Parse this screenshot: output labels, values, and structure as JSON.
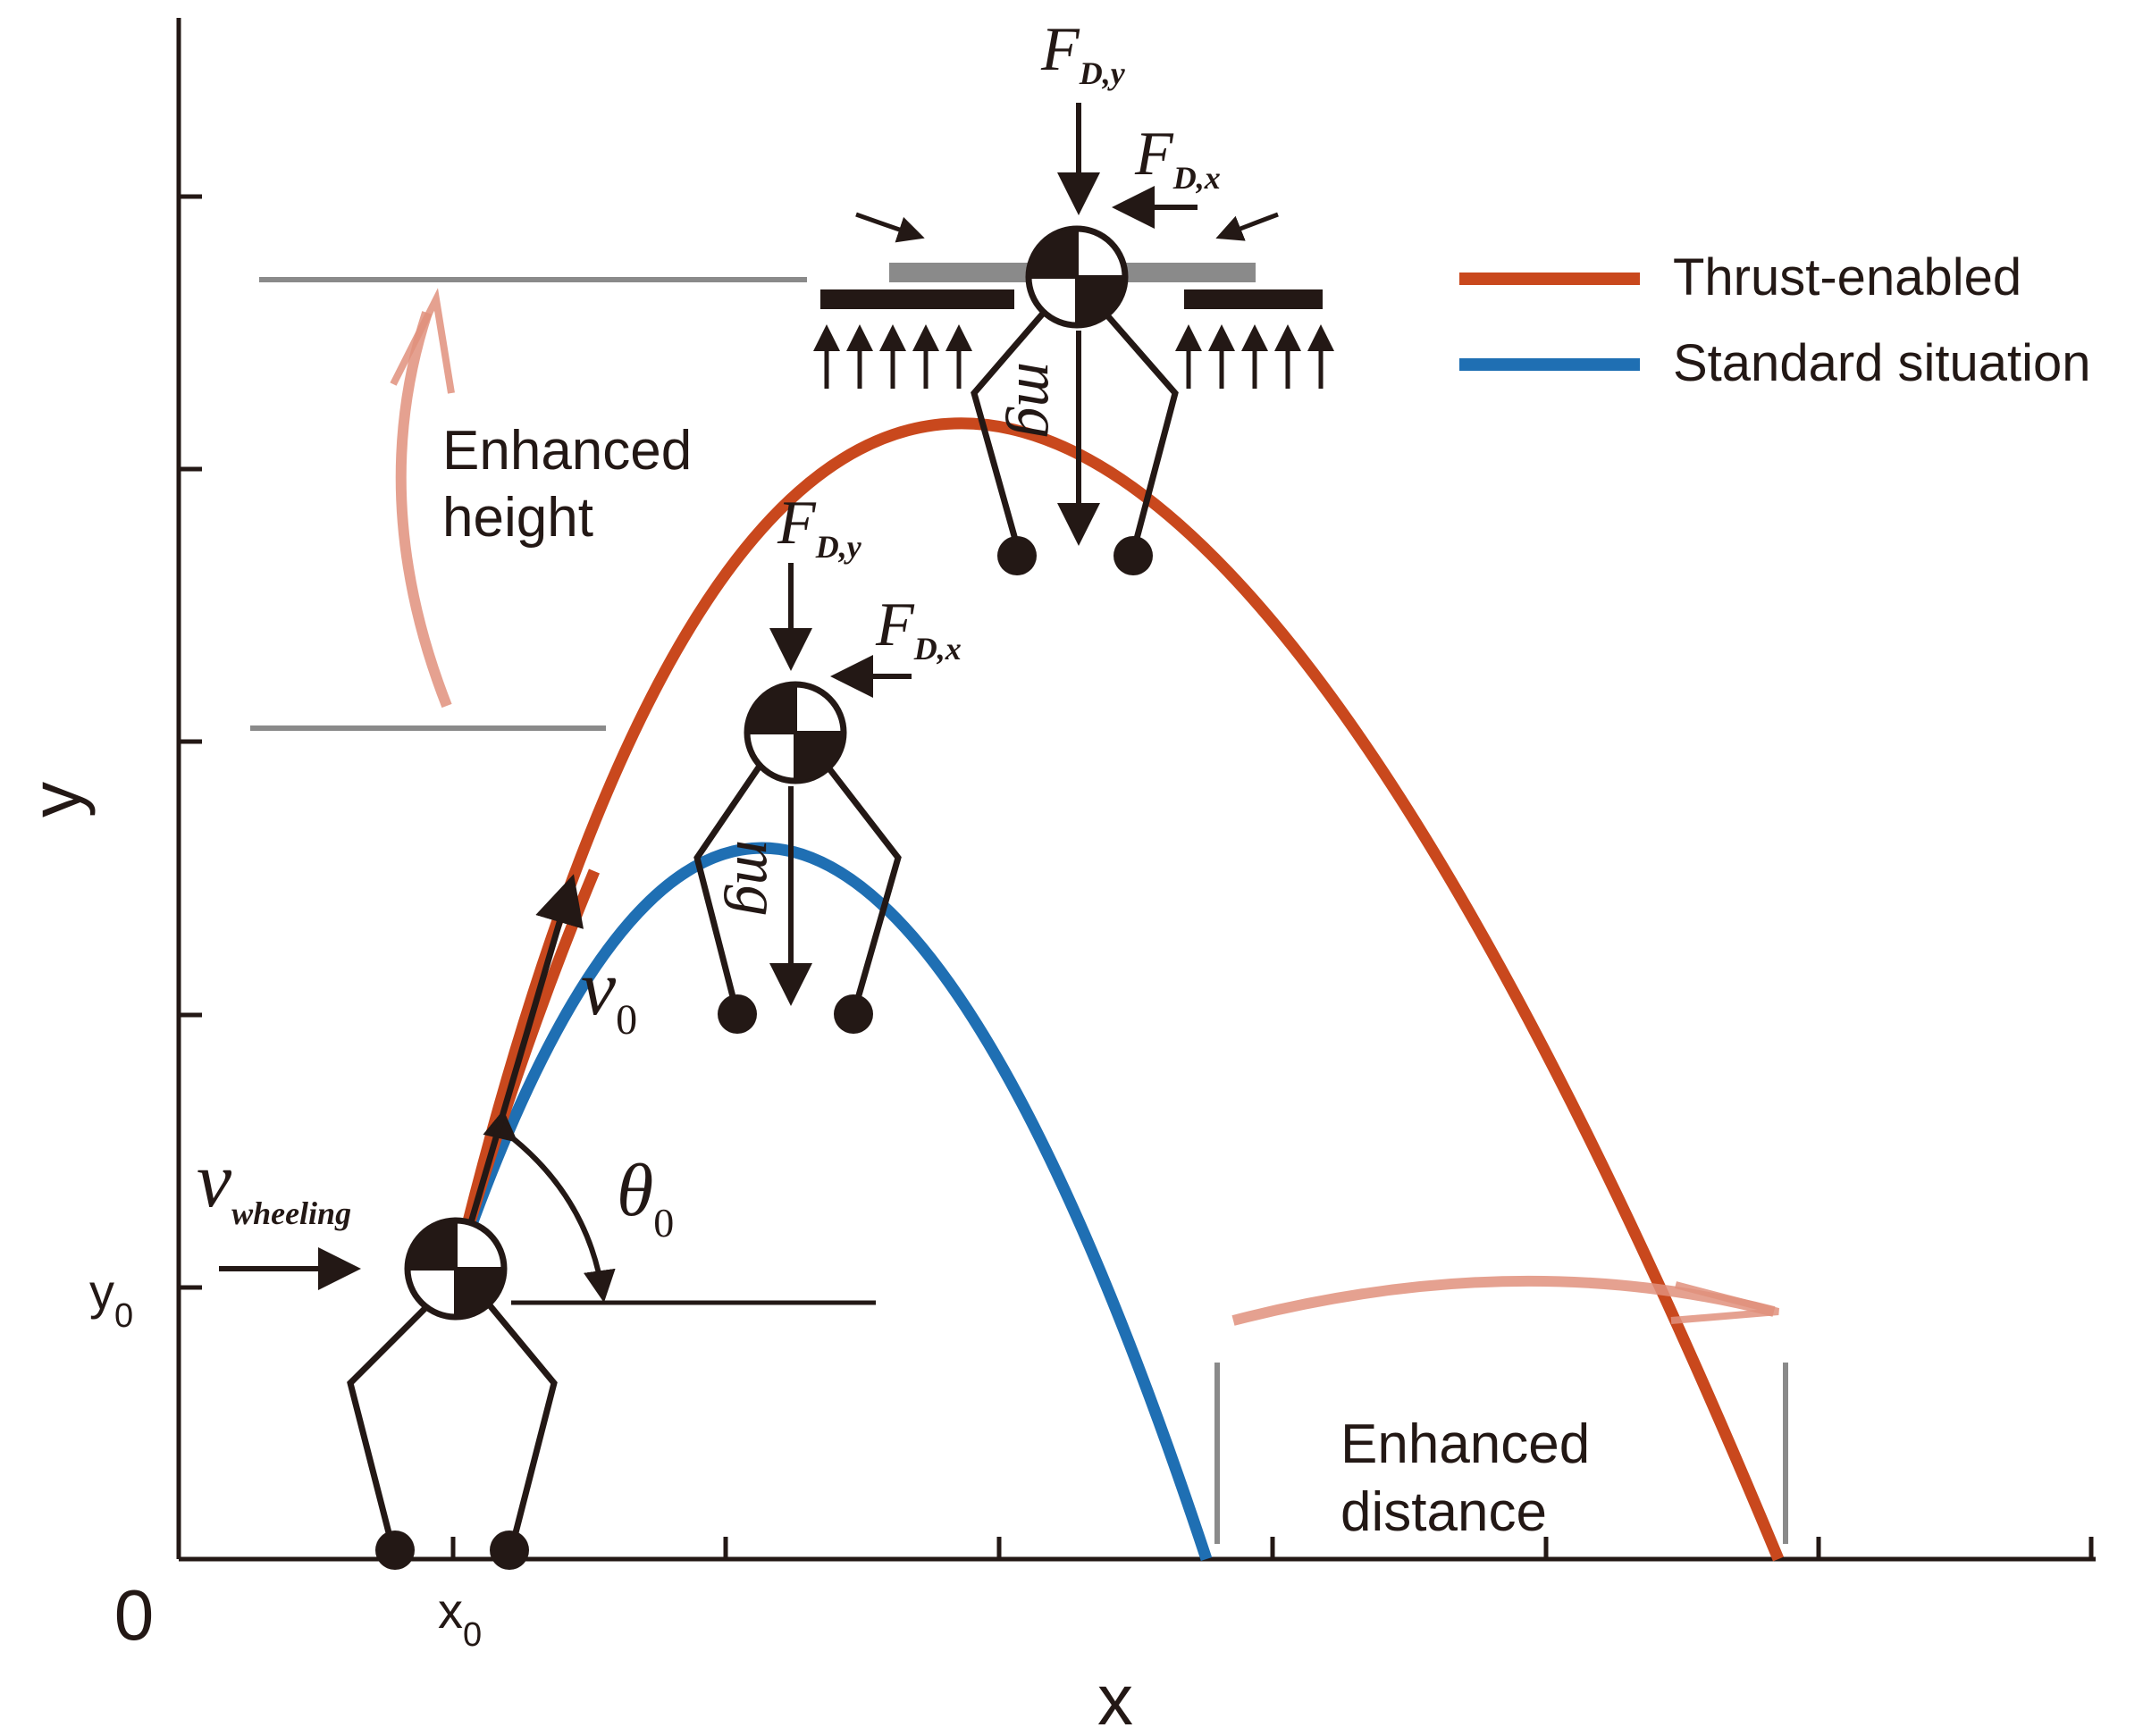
{
  "axes": {
    "x_label": "x",
    "y_label": "y",
    "origin_label": "0",
    "x0_base": "x",
    "x0_sub": "0",
    "y0_base": "y",
    "y0_sub": "0"
  },
  "legend": {
    "items": [
      {
        "label": "Thrust-enabled",
        "color": "#c9481d"
      },
      {
        "label": "Standard situation",
        "color": "#1f6fb3"
      }
    ]
  },
  "annotations": {
    "enhanced_height_1": "Enhanced",
    "enhanced_height_2": "height",
    "enhanced_distance_1": "Enhanced",
    "enhanced_distance_2": "distance",
    "arrow_color": "#e0917c"
  },
  "symbols": {
    "force_base": "F",
    "fdy_sub": "D,y",
    "fdx_sub": "D,x",
    "mg": "mg",
    "v_base": "v",
    "v0_sub": "0",
    "vwheel_sub": "wheeling",
    "theta_base": "θ",
    "theta_sub": "0"
  }
}
